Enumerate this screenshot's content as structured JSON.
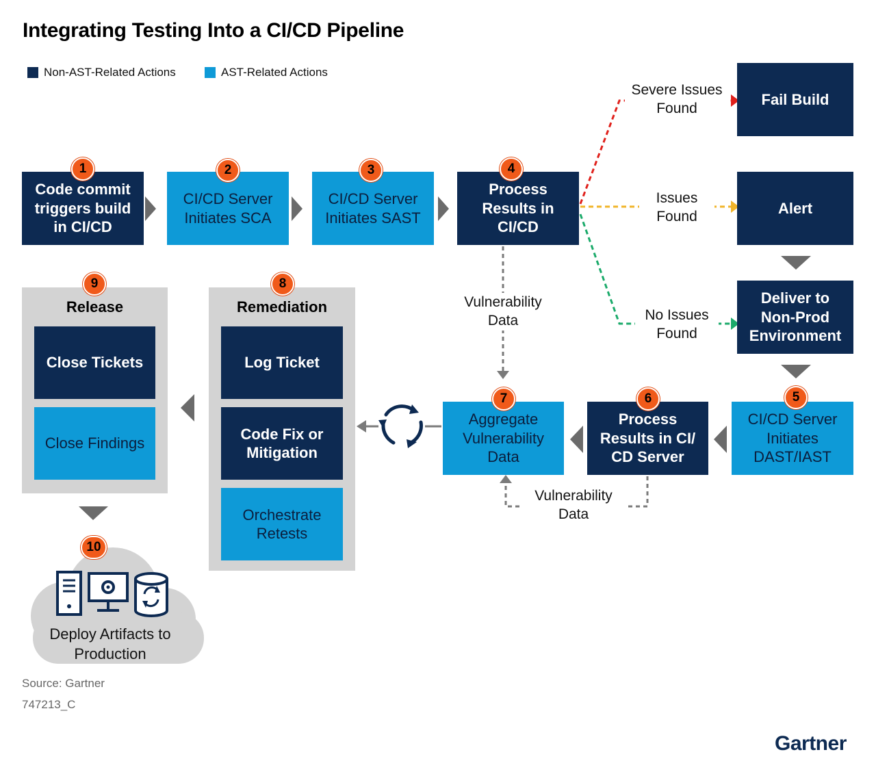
{
  "title": "Integrating Testing Into a CI/CD Pipeline",
  "legend": {
    "non_ast": "Non-AST-Related Actions",
    "ast": "AST-Related Actions"
  },
  "colors": {
    "non_ast": "#0d2a52",
    "ast": "#0e9ad7",
    "badge": "#f05a1a",
    "panel": "#d3d3d3",
    "severe_line": "#e0201b",
    "issues_line": "#f0b429",
    "no_issues_line": "#1aaa6a"
  },
  "steps": {
    "s1": {
      "num": "1",
      "text": "Code commit triggers build in CI/CD"
    },
    "s2": {
      "num": "2",
      "text": "CI/CD Server Initiates SCA"
    },
    "s3": {
      "num": "3",
      "text": "CI/CD Server Initiates SAST"
    },
    "s4": {
      "num": "4",
      "text": "Process Results in CI/CD"
    },
    "s5": {
      "num": "5",
      "text": "CI/CD Server Initiates DAST/IAST"
    },
    "s6": {
      "num": "6",
      "text": "Process Results in CI/ CD Server"
    },
    "s7": {
      "num": "7",
      "text": "Aggregate Vulnerability Data"
    },
    "s8": {
      "num": "8",
      "title": "Remediation"
    },
    "s9": {
      "num": "9",
      "title": "Release"
    },
    "s10": {
      "num": "10",
      "text": "Deploy Artifacts to Production"
    }
  },
  "outcomes": {
    "fail_build": "Fail Build",
    "alert": "Alert",
    "deliver": "Deliver to Non-Prod Environment"
  },
  "branch_labels": {
    "severe": "Severe Issues Found",
    "issues": "Issues Found",
    "no_issues": "No Issues Found"
  },
  "flow_labels": {
    "vuln_data_top": "Vulnerability Data",
    "vuln_data_bottom": "Vulnerability Data"
  },
  "remediation_items": {
    "log_ticket": "Log Ticket",
    "code_fix": "Code Fix or Mitigation",
    "retests": "Orchestrate Retests"
  },
  "release_items": {
    "close_tickets": "Close Tickets",
    "close_findings": "Close Findings"
  },
  "icons": [
    "server-tower-icon",
    "monitor-gear-icon",
    "database-sync-icon",
    "cycle-arrows-icon"
  ],
  "footer": {
    "source": "Source: Gartner",
    "code": "747213_C",
    "brand": "Gartner"
  }
}
